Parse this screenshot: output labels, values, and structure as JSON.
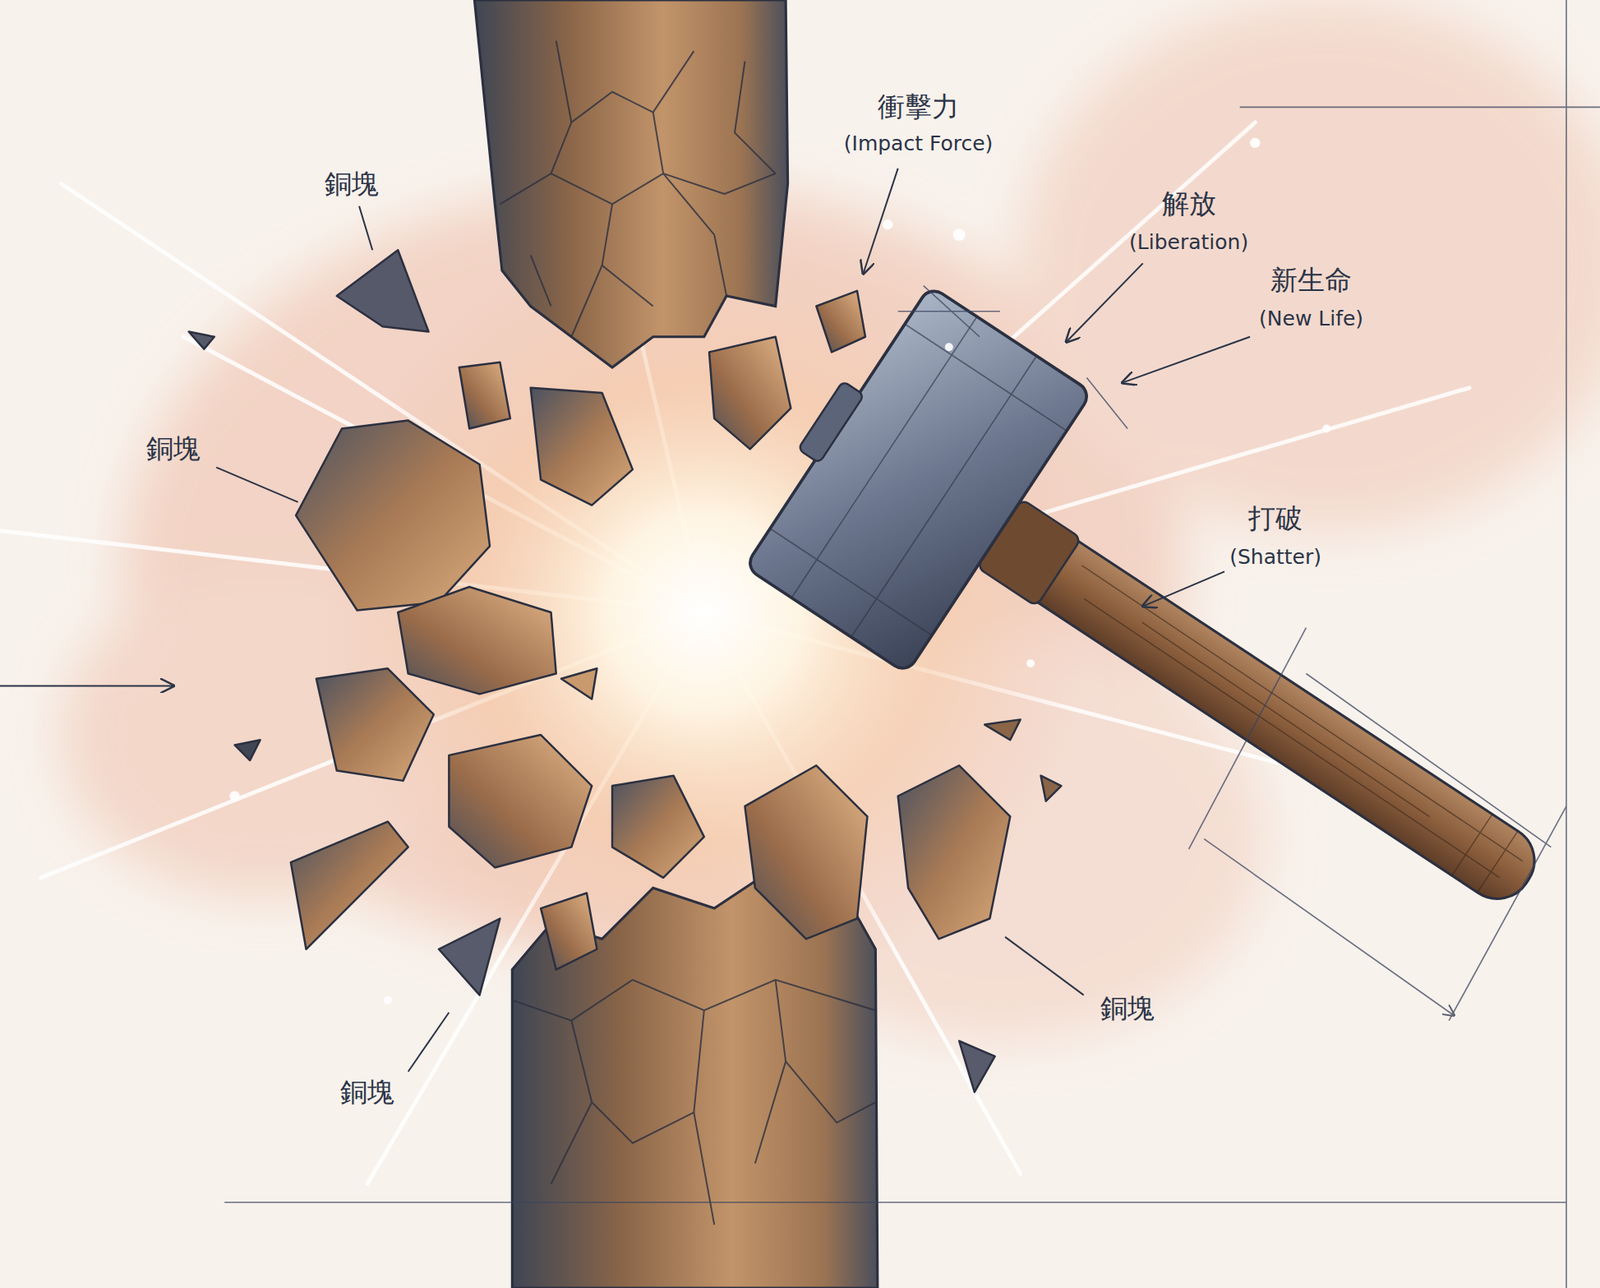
{
  "diagram": {
    "labels": [
      "衝擊力",
      "(Impact Force)",
      "銅塊",
      "解放",
      "(Liberation)",
      "新生命",
      "(New Life)",
      "銅塊",
      "打破",
      "(Shatter)",
      "銅塊",
      "銅塊"
    ]
  }
}
